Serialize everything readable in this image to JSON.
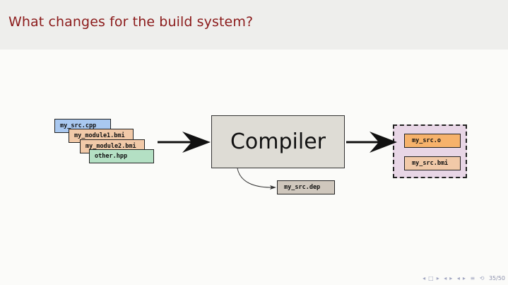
{
  "slide": {
    "title": "What changes for the build system?"
  },
  "inputs": [
    {
      "label": "my_src.cpp",
      "color": "#a9c8f0"
    },
    {
      "label": "my_module1.bmi",
      "color": "#f1c9a8"
    },
    {
      "label": "my_module2.bmi",
      "color": "#f1c9a8"
    },
    {
      "label": "other.hpp",
      "color": "#b4e0c4"
    }
  ],
  "compiler": {
    "label": "Compiler",
    "color": "#dedcd5"
  },
  "outputs": [
    {
      "label": "my_src.o",
      "color": "#f6b26b"
    },
    {
      "label": "my_src.bmi",
      "color": "#f1c9a8"
    }
  ],
  "dependency_output": {
    "label": "my_src.dep",
    "color": "#cfc7bd"
  },
  "output_group_color": "#e8d6e6",
  "navigation": {
    "icons": [
      "first-frame-icon",
      "prev-frame-icon",
      "next-frame-icon",
      "prev-subsection-icon",
      "next-subsection-icon",
      "prev-section-icon",
      "next-section-icon",
      "toc-icon",
      "search-icon"
    ],
    "page_indicator": "35/50"
  }
}
